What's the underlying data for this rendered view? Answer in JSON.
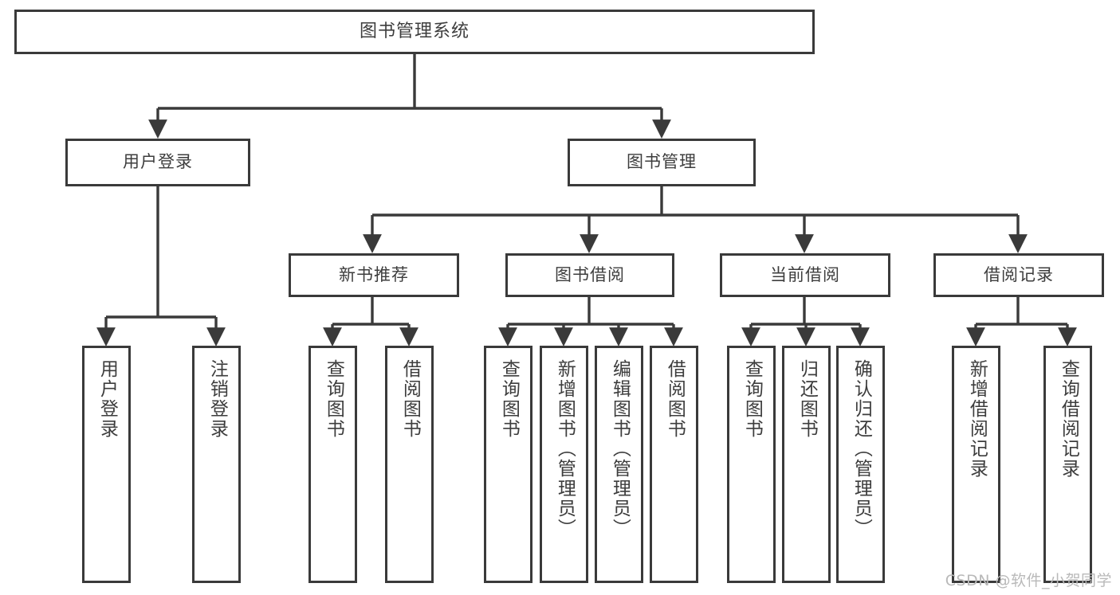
{
  "diagram": {
    "type": "tree-flowchart",
    "title": "图书管理系统",
    "orientation": "top-down",
    "line_color": "#3a3a3a",
    "box_fill": "#ffffff",
    "text_color": "#3d3d3d",
    "watermark": "CSDN @软件_小贺同学"
  },
  "nodes": {
    "root": {
      "label": "图书管理系统",
      "level": 1
    },
    "level2": [
      {
        "id": "user-login",
        "label": "用户登录"
      },
      {
        "id": "book-manage",
        "label": "图书管理"
      }
    ],
    "level3": [
      {
        "id": "new-book-rec",
        "label": "新书推荐",
        "parent": "book-manage"
      },
      {
        "id": "book-borrow",
        "label": "图书借阅",
        "parent": "book-manage"
      },
      {
        "id": "current-borrow",
        "label": "当前借阅",
        "parent": "book-manage"
      },
      {
        "id": "borrow-record",
        "label": "借阅记录",
        "parent": "book-manage"
      }
    ],
    "leaves": [
      {
        "id": "leaf-user-login",
        "label": "用户登录",
        "parent": "user-login"
      },
      {
        "id": "leaf-user-logout",
        "label": "注销登录",
        "parent": "user-login"
      },
      {
        "id": "leaf-query-book-1",
        "label": "查询图书",
        "parent": "new-book-rec"
      },
      {
        "id": "leaf-borrow-book-1",
        "label": "借阅图书",
        "parent": "new-book-rec"
      },
      {
        "id": "leaf-query-book-2",
        "label": "查询图书",
        "parent": "book-borrow"
      },
      {
        "id": "leaf-add-book",
        "label": "新增图书（管理员）",
        "parent": "book-borrow"
      },
      {
        "id": "leaf-edit-book",
        "label": "编辑图书（管理员）",
        "parent": "book-borrow"
      },
      {
        "id": "leaf-borrow-book-2",
        "label": "借阅图书",
        "parent": "book-borrow"
      },
      {
        "id": "leaf-query-book-3",
        "label": "查询图书",
        "parent": "current-borrow"
      },
      {
        "id": "leaf-return-book",
        "label": "归还图书",
        "parent": "current-borrow"
      },
      {
        "id": "leaf-confirm-return",
        "label": "确认归还（管理员）",
        "parent": "current-borrow"
      },
      {
        "id": "leaf-add-record",
        "label": "新增借阅记录",
        "parent": "borrow-record"
      },
      {
        "id": "leaf-query-record",
        "label": "查询借阅记录",
        "parent": "borrow-record"
      }
    ]
  },
  "footer": {
    "watermark": "CSDN @软件_小贺同学"
  }
}
